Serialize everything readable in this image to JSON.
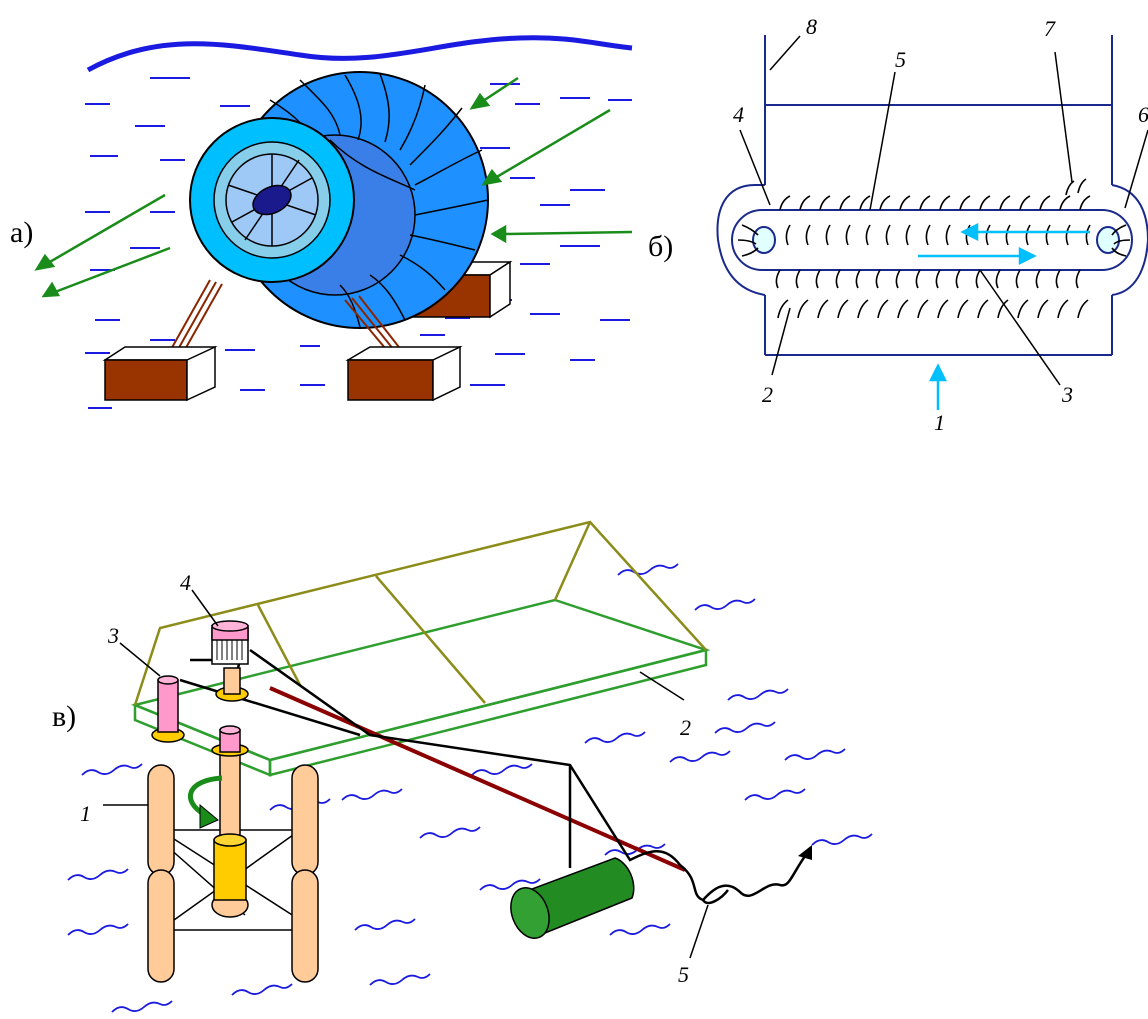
{
  "panel_a": {
    "label": "а)"
  },
  "panel_b": {
    "label": "б)",
    "numbers": [
      "1",
      "2",
      "3",
      "4",
      "5",
      "6",
      "7",
      "8"
    ]
  },
  "panel_c": {
    "label": "в)",
    "numbers": [
      "1",
      "2",
      "3",
      "4",
      "5"
    ]
  },
  "colors": {
    "water_surface": "#1a1ae0",
    "turbine_outer": "#1e90ff",
    "turbine_front": "#00bfff",
    "turbine_hub": "#1a1a8c",
    "current_arrow": "#1a8c1a",
    "anchor_block": "#993300",
    "flow_arrow": "#00bfff",
    "float_arm": "#ffcc99",
    "platform_edge": "#2e9e2e",
    "roof_edge": "#8c8c1a",
    "cable": "#8b0000",
    "buoy": "#228b22",
    "pinion": "#ff99cc",
    "bearing": "#ffcc00"
  }
}
